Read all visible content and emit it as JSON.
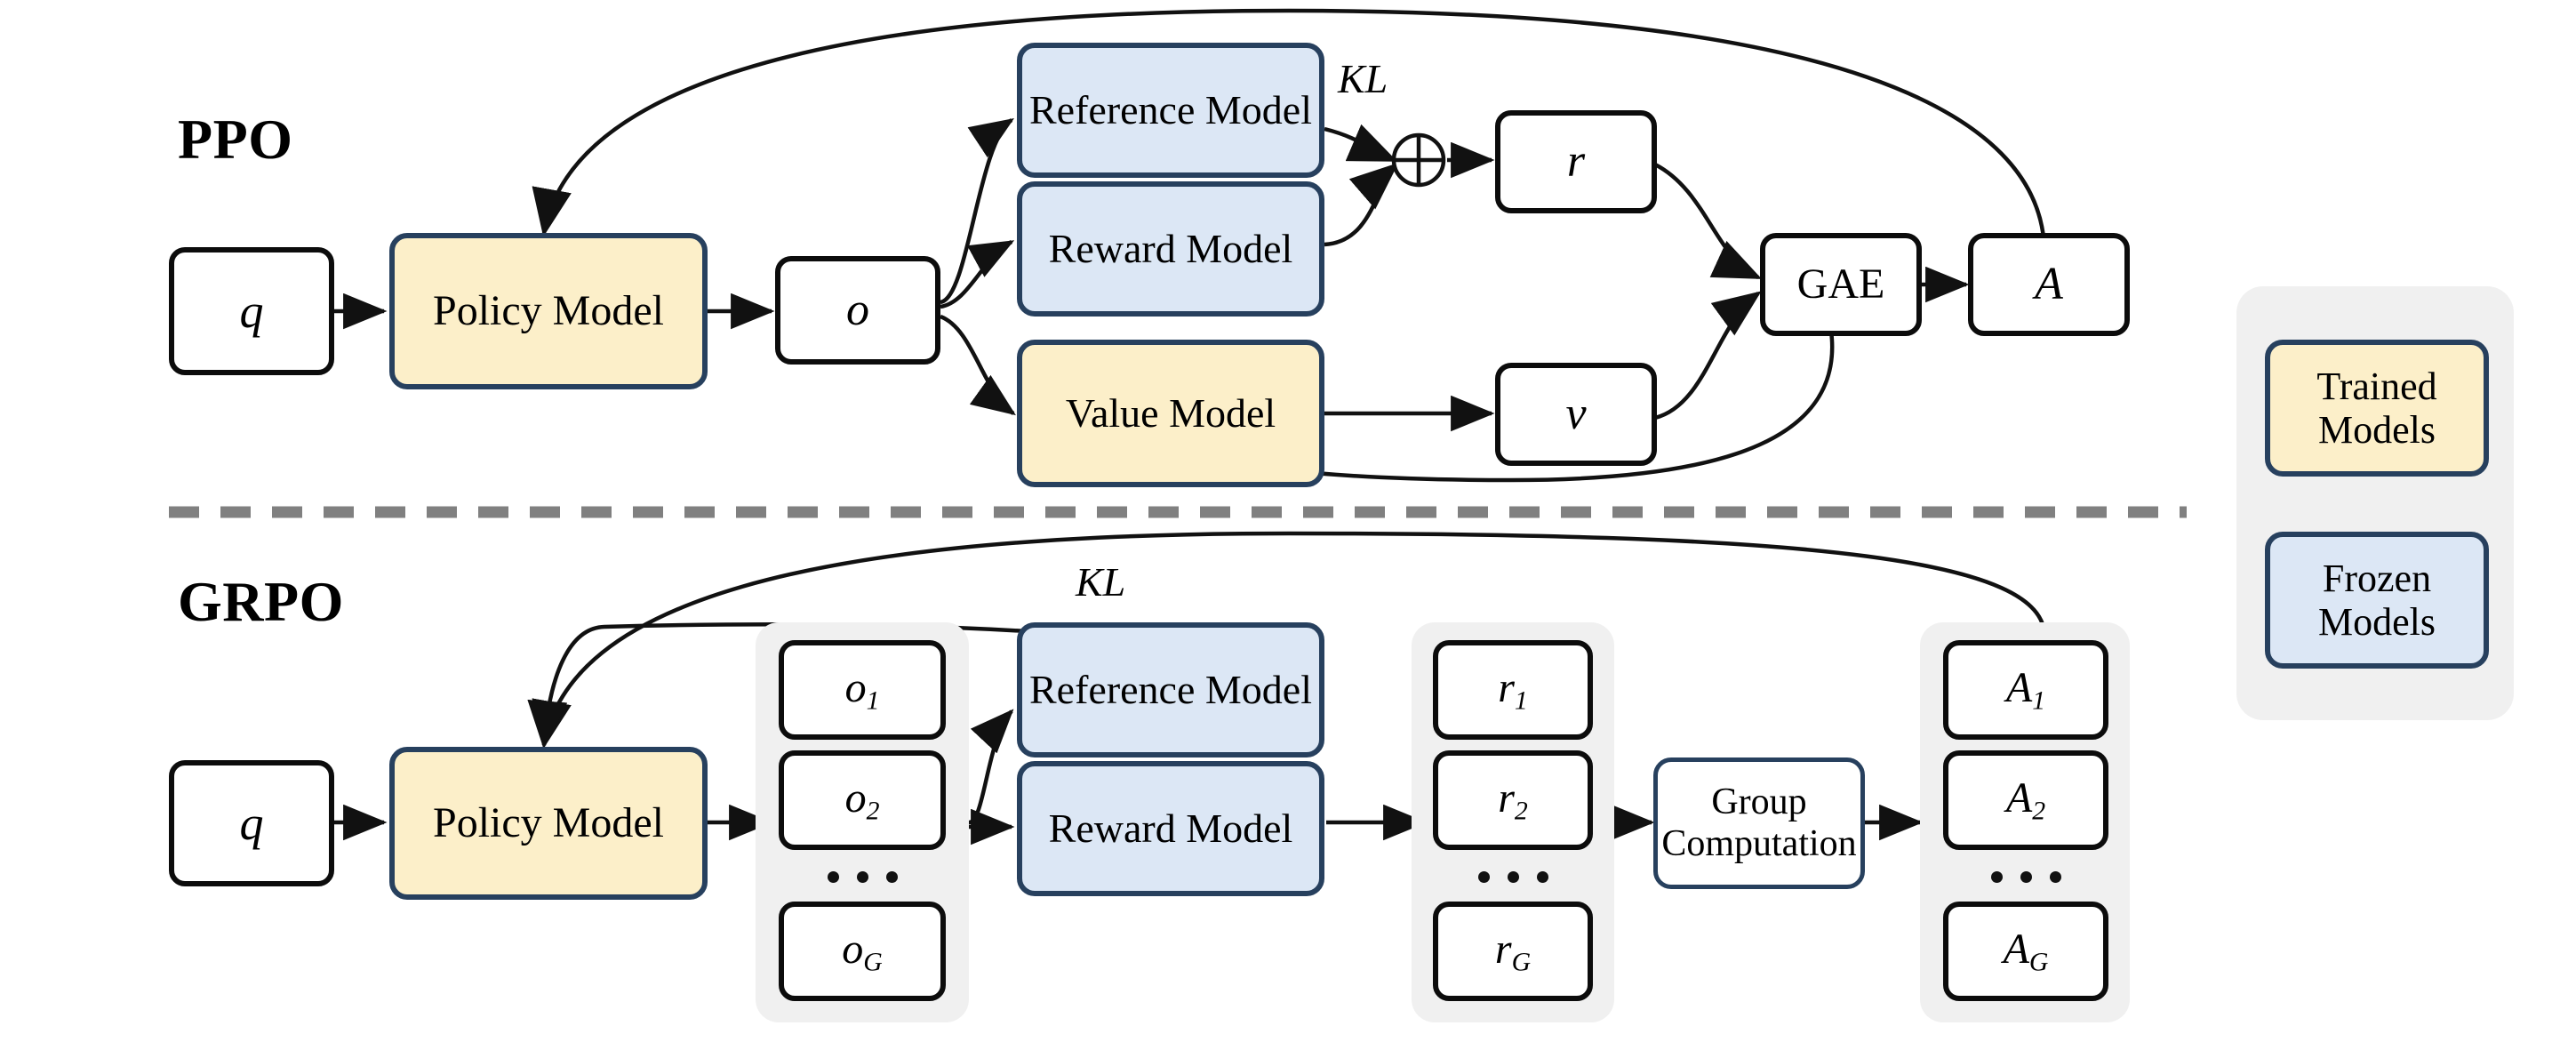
{
  "figure": {
    "type": "diagram",
    "description": "Comparison of PPO and GRPO reinforcement-learning pipelines"
  },
  "sections": {
    "ppo": {
      "title": "PPO",
      "nodes": {
        "query": "q",
        "policy_model": "Policy Model",
        "output": "o",
        "reference_model": "Reference Model",
        "reward_model": "Reward Model",
        "value_model": "Value Model",
        "reward": "r",
        "value": "v",
        "gae": "GAE",
        "advantage": "A"
      },
      "edge_labels": {
        "kl": "KL",
        "plus": "⊕"
      }
    },
    "grpo": {
      "title": "GRPO",
      "nodes": {
        "query": "q",
        "policy_model": "Policy Model",
        "reference_model": "Reference Model",
        "reward_model": "Reward Model",
        "group_computation": "Group Computation"
      },
      "edge_labels": {
        "kl": "KL"
      },
      "groups": {
        "outputs": {
          "base": "o",
          "items": [
            "1",
            "2",
            "G"
          ],
          "ellipsis": "⋯"
        },
        "rewards": {
          "base": "r",
          "items": [
            "1",
            "2",
            "G"
          ],
          "ellipsis": "⋯"
        },
        "advantages": {
          "base": "A",
          "items": [
            "1",
            "2",
            "G"
          ],
          "ellipsis": "⋯"
        }
      }
    }
  },
  "legend": {
    "items": [
      {
        "label": "Trained Models",
        "line1": "Trained",
        "line2": "Models",
        "fill": "#FCEFC9",
        "stroke": "#27405E"
      },
      {
        "label": "Frozen Models",
        "line1": "Frozen",
        "line2": "Models",
        "fill": "#DCE7F5",
        "stroke": "#27405E"
      }
    ]
  },
  "colors": {
    "trained_fill": "#FCEFC9",
    "frozen_fill": "#DCE7F5",
    "model_stroke": "#27405E",
    "plain_stroke": "#0C0C0C",
    "group_bg": "#F0F0F0",
    "divider": "#808080",
    "background": "#FFFFFF"
  },
  "divider": {
    "style": "dashed",
    "color": "#808080"
  }
}
